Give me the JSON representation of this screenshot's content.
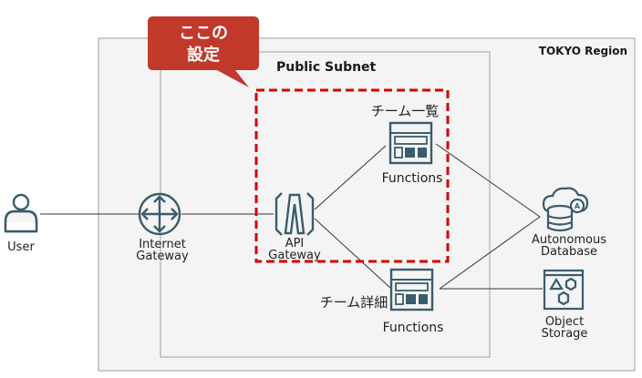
{
  "region": {
    "label": "TOKYO Region"
  },
  "subnet": {
    "label": "Public Subnet"
  },
  "callout": {
    "line1": "ここの",
    "line2": "設定"
  },
  "nodes": {
    "user": {
      "label": "User",
      "icon": "user-icon"
    },
    "internet_gateway": {
      "line1": "Internet",
      "line2": "Gateway",
      "icon": "internet-gateway-icon"
    },
    "api_gateway": {
      "line1": "API",
      "line2": "Gateway",
      "icon": "api-gateway-icon"
    },
    "functions_list": {
      "title": "チーム一覧",
      "label": "Functions",
      "icon": "functions-icon"
    },
    "functions_detail": {
      "title": "チーム詳細",
      "label": "Functions",
      "icon": "functions-icon"
    },
    "autonomous_db": {
      "line1": "Autonomous",
      "line2": "Database",
      "icon": "autonomous-database-icon"
    },
    "object_storage": {
      "line1": "Object",
      "line2": "Storage",
      "icon": "object-storage-icon"
    }
  },
  "colors": {
    "icon": "#3a5d6c",
    "callout": "#c0392b",
    "highlight": "#d40000",
    "region_fill": "#f4f4f4",
    "region_stroke": "#9e9e9e"
  }
}
